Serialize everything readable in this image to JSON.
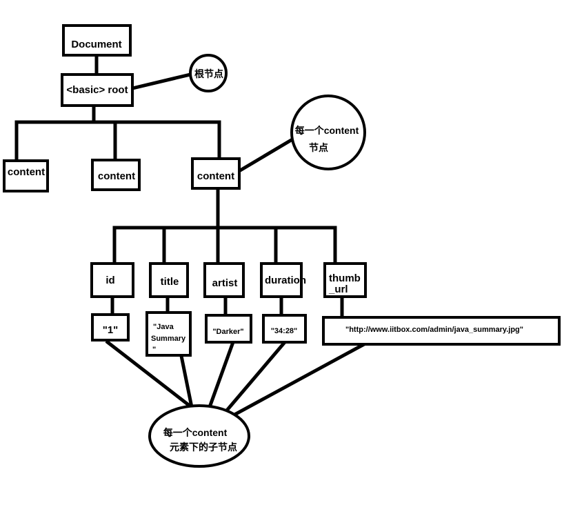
{
  "colors": {
    "stroke": "#000000",
    "fill": "#ffffff",
    "text": "#000000"
  },
  "nodes": {
    "document": "Document",
    "root": "<basic> root",
    "content_1": "content",
    "content_2": "content",
    "content_3": "content",
    "id": "id",
    "title": "title",
    "artist": "artist",
    "duration": "duration",
    "thumb_url_line1": "thumb",
    "thumb_url_line2": "_url",
    "id_value": "\"1\"",
    "title_value_line1": "\"Java",
    "title_value_line2": "Summary",
    "title_value_line3": "\"",
    "artist_value": "\"Darker\"",
    "duration_value": "\"34:28\"",
    "thumb_url_value": "\"http://www.iitbox.com/admin/java_summary.jpg\""
  },
  "callouts": {
    "root_node": "根节点",
    "content_node_line1": "每一个content",
    "content_node_line2": "节点",
    "child_nodes_line1": "每一个content",
    "child_nodes_line2": "元素下的子节点"
  }
}
